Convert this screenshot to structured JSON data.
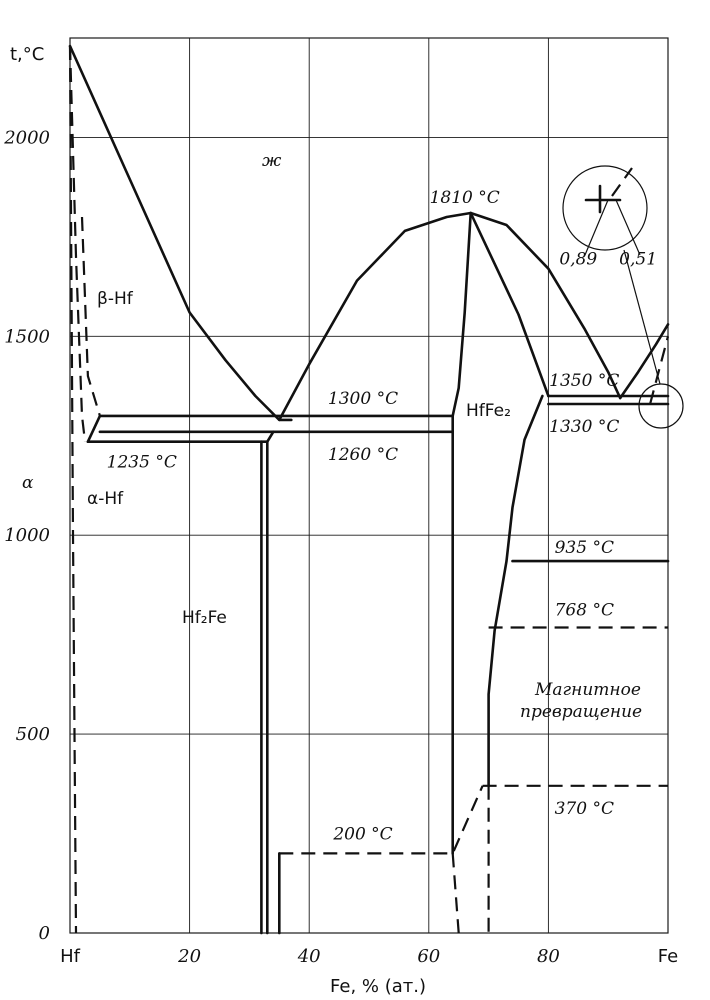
{
  "chart_data": {
    "type": "line",
    "ylabel": "t,°C",
    "xlabel": "Fe, % (ат.)",
    "x_ticks": [
      "Hf",
      "20",
      "40",
      "60",
      "80",
      "Fe"
    ],
    "x_tick_values": [
      0,
      20,
      40,
      60,
      80,
      100
    ],
    "y_ticks": [
      "0",
      "500",
      "1000",
      "1500",
      "2000"
    ],
    "y_tick_values": [
      0,
      500,
      1000,
      1500,
      2000
    ],
    "xlim": [
      0,
      100
    ],
    "ylim": [
      0,
      2250
    ],
    "grid": true,
    "phase_labels": {
      "liquid": "ж",
      "beta_hf": "β-Hf",
      "alpha_hf": "α-Hf",
      "hf2fe": "Hf₂Fe",
      "hffe2": "HfFe₂",
      "magnetic": "Магнитное превращение",
      "alpha_mark": "α"
    },
    "annotations": [
      {
        "text": "1810 °C",
        "x": 67,
        "y": 1810
      },
      {
        "text": "1300 °C",
        "x": 49,
        "y": 1300
      },
      {
        "text": "1260 °C",
        "x": 49,
        "y": 1260
      },
      {
        "text": "1235 °C",
        "x": 12,
        "y": 1235
      },
      {
        "text": "1350 °C",
        "x": 86,
        "y": 1350
      },
      {
        "text": "1330 °C",
        "x": 86,
        "y": 1330
      },
      {
        "text": "935 °C",
        "x": 86,
        "y": 935
      },
      {
        "text": "768 °C",
        "x": 86,
        "y": 768
      },
      {
        "text": "370 °C",
        "x": 86,
        "y": 370
      },
      {
        "text": "200 °C",
        "x": 49,
        "y": 200
      },
      {
        "text": "0,89",
        "x": 86,
        "y": 1680
      },
      {
        "text": "0,51",
        "x": 95,
        "y": 1680
      }
    ],
    "series": [
      {
        "style": "solid",
        "points": [
          [
            0,
            2230
          ],
          [
            20,
            1560
          ],
          [
            26,
            1440
          ],
          [
            31,
            1350
          ],
          [
            35,
            1290
          ],
          [
            37,
            1290
          ]
        ]
      },
      {
        "style": "solid",
        "points": [
          [
            35,
            1290
          ],
          [
            40,
            1430
          ],
          [
            48,
            1640
          ],
          [
            56,
            1765
          ],
          [
            63,
            1800
          ],
          [
            67,
            1810
          ],
          [
            73,
            1780
          ],
          [
            80,
            1670
          ],
          [
            86,
            1520
          ],
          [
            90,
            1410
          ],
          [
            92,
            1345
          ]
        ]
      },
      {
        "style": "solid",
        "points": [
          [
            92,
            1345
          ],
          [
            95,
            1410
          ],
          [
            98,
            1480
          ],
          [
            100,
            1530
          ]
        ]
      },
      {
        "style": "solid",
        "points": [
          [
            67,
            1810
          ],
          [
            75,
            1555
          ],
          [
            80,
            1350
          ]
        ]
      },
      {
        "style": "solid",
        "points": [
          [
            67,
            1810
          ],
          [
            66,
            1560
          ],
          [
            65,
            1370
          ],
          [
            64,
            1300
          ]
        ]
      },
      {
        "style": "solid",
        "points": [
          [
            64,
            1300
          ],
          [
            64,
            200
          ]
        ]
      },
      {
        "style": "solid",
        "points": [
          [
            79,
            1350
          ],
          [
            76,
            1240
          ],
          [
            74,
            1070
          ],
          [
            73,
            935
          ],
          [
            71,
            760
          ],
          [
            70,
            600
          ],
          [
            70,
            370
          ]
        ]
      },
      {
        "style": "solid",
        "points": [
          [
            5,
            1300
          ],
          [
            64,
            1300
          ]
        ]
      },
      {
        "style": "solid",
        "points": [
          [
            5,
            1260
          ],
          [
            64,
            1260
          ]
        ]
      },
      {
        "style": "solid",
        "points": [
          [
            3,
            1235
          ],
          [
            33,
            1235
          ]
        ]
      },
      {
        "style": "solid",
        "points": [
          [
            3,
            1235
          ],
          [
            5,
            1300
          ]
        ]
      },
      {
        "style": "solid",
        "points": [
          [
            32,
            0
          ],
          [
            32,
            1235
          ]
        ]
      },
      {
        "style": "solid",
        "points": [
          [
            33,
            0
          ],
          [
            33,
            1235
          ],
          [
            34,
            1260
          ]
        ]
      },
      {
        "style": "solid",
        "points": [
          [
            35,
            200
          ],
          [
            35,
            0
          ]
        ]
      },
      {
        "style": "solid",
        "points": [
          [
            80,
            1350
          ],
          [
            100,
            1350
          ]
        ]
      },
      {
        "style": "solid",
        "points": [
          [
            80,
            1330
          ],
          [
            100,
            1330
          ]
        ]
      },
      {
        "style": "solid",
        "points": [
          [
            74,
            935
          ],
          [
            100,
            935
          ]
        ]
      },
      {
        "style": "dash",
        "points": [
          [
            0,
            2230
          ],
          [
            1,
            1700
          ],
          [
            2,
            1300
          ],
          [
            2.5,
            1235
          ]
        ]
      },
      {
        "style": "dash",
        "points": [
          [
            0,
            2230
          ],
          [
            0.5,
            1000
          ],
          [
            1,
            0
          ]
        ]
      },
      {
        "style": "dash",
        "points": [
          [
            2,
            1800
          ],
          [
            3,
            1400
          ],
          [
            5,
            1300
          ]
        ]
      },
      {
        "style": "dash",
        "points": [
          [
            35,
            200
          ],
          [
            64,
            200
          ],
          [
            69,
            370
          ]
        ]
      },
      {
        "style": "dash",
        "points": [
          [
            69,
            370
          ],
          [
            100,
            370
          ]
        ]
      },
      {
        "style": "dash",
        "points": [
          [
            70,
            768
          ],
          [
            100,
            768
          ]
        ]
      },
      {
        "style": "dash",
        "points": [
          [
            64,
            200
          ],
          [
            65,
            0
          ]
        ]
      },
      {
        "style": "dash",
        "points": [
          [
            70,
            370
          ],
          [
            70,
            0
          ]
        ]
      },
      {
        "style": "dash",
        "points": [
          [
            97,
            1330
          ],
          [
            100,
            1500
          ]
        ]
      }
    ]
  }
}
